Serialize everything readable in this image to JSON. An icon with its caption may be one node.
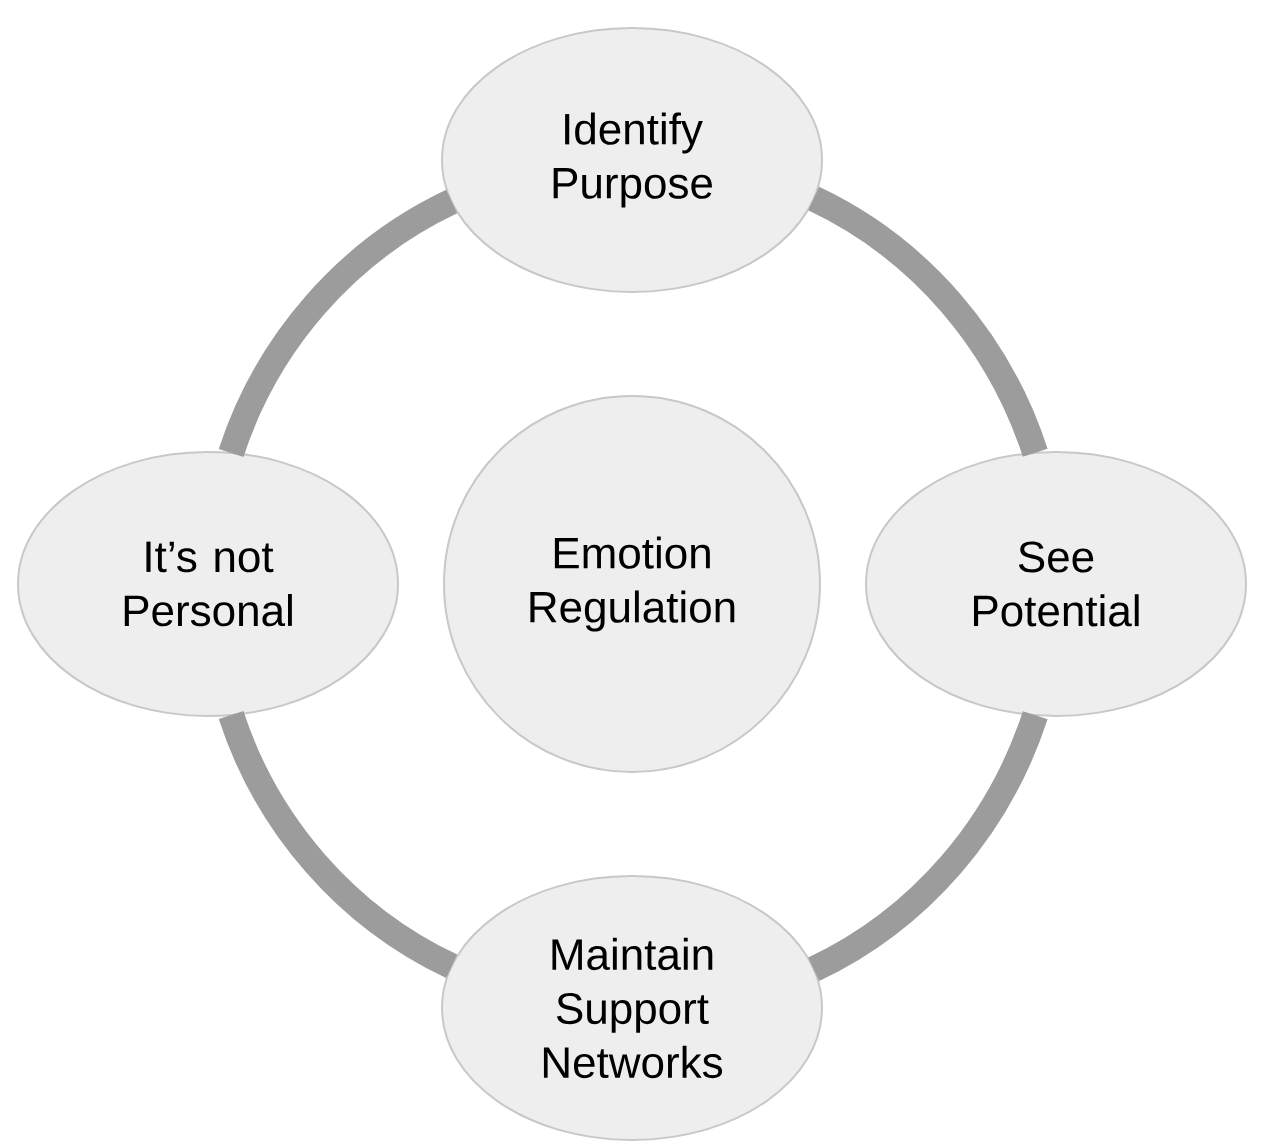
{
  "diagram": {
    "nodes": [
      {
        "text": [
          "Identify Purpose"
        ]
      },
      {
        "text": [
          "It’s not Personal"
        ]
      },
      {
        "text": [
          "Emotion Regulation"
        ]
      },
      {
        "text": [
          "See Potential"
        ]
      },
      {
        "text": [
          "Maintain Support Networks"
        ]
      }
    ],
    "edges": [
      {
        "from": 0,
        "to": 3,
        "arrow": "none"
      },
      {
        "from": 3,
        "to": 4,
        "arrow": "none"
      },
      {
        "from": 4,
        "to": 1,
        "arrow": "none"
      },
      {
        "from": 1,
        "to": 0,
        "arrow": "none"
      }
    ]
  }
}
